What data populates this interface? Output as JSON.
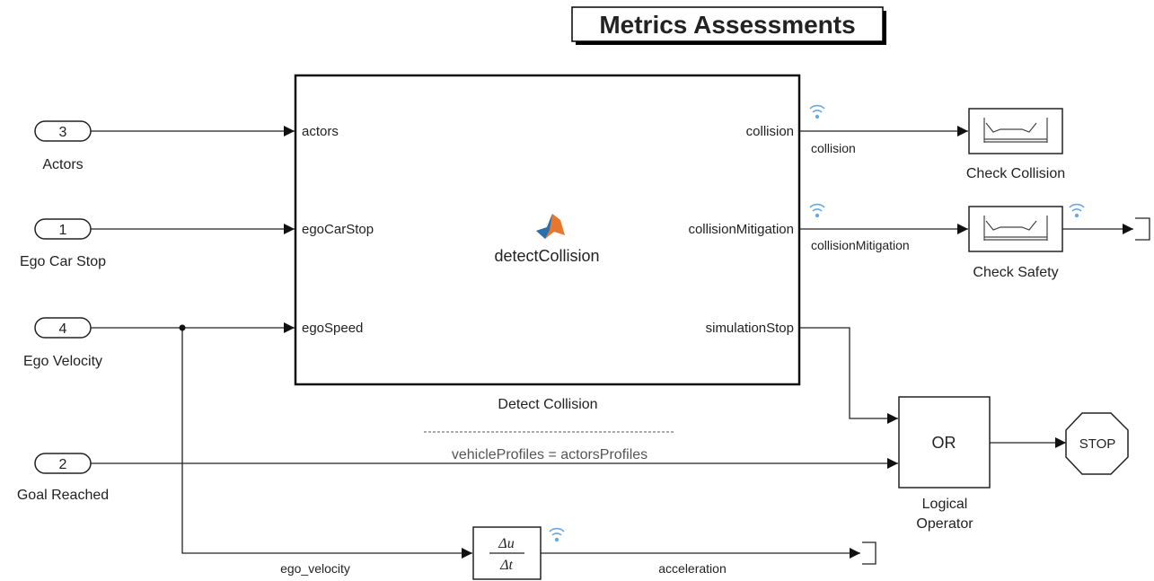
{
  "diagram": {
    "title": "Metrics Assessments",
    "inports": [
      {
        "number": "3",
        "label": "Actors"
      },
      {
        "number": "1",
        "label": "Ego Car Stop"
      },
      {
        "number": "4",
        "label": "Ego Velocity"
      },
      {
        "number": "2",
        "label": "Goal Reached"
      }
    ],
    "detect_block": {
      "name": "Detect Collision",
      "function_name": "detectCollision",
      "inputs": [
        "actors",
        "egoCarStop",
        "egoSpeed"
      ],
      "outputs": [
        "collision",
        "collisionMitigation",
        "simulationStop"
      ],
      "mask_line": "vehicleProfiles = actorsProfiles"
    },
    "signals": {
      "collision": "collision",
      "collision_mitigation": "collisionMitigation",
      "ego_velocity": "ego_velocity",
      "acceleration": "acceleration"
    },
    "check_collision": {
      "name": "Check Collision"
    },
    "check_safety": {
      "name": "Check Safety"
    },
    "logical_operator": {
      "operator": "OR",
      "name_line1": "Logical",
      "name_line2": "Operator"
    },
    "stop_block": {
      "label": "STOP"
    },
    "derivative": {
      "numerator": "Δu",
      "denominator": "Δt"
    },
    "colors": {
      "line": "#222222",
      "logging_icon": "#6aa8e0",
      "matlab_logo": "#e8772e"
    }
  }
}
